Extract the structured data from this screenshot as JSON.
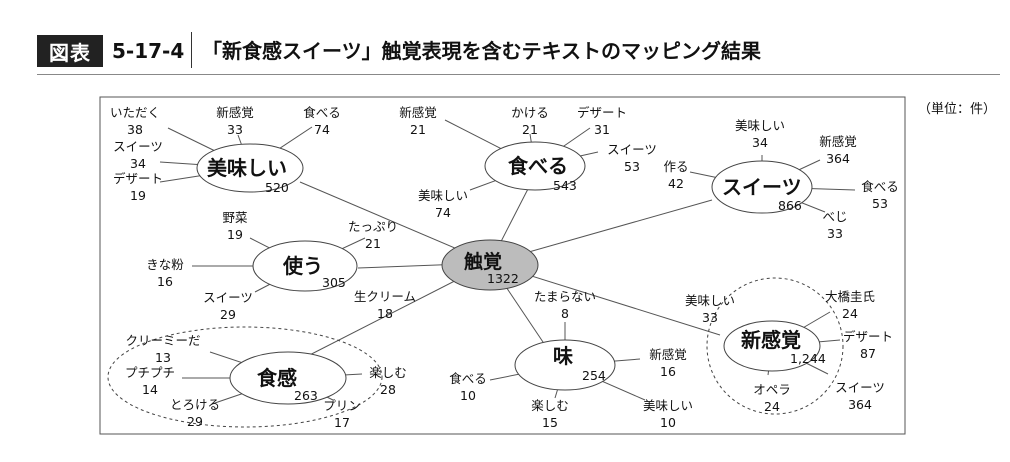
{
  "header": {
    "badge": "図表",
    "number": "5-17-4",
    "title": "「新食感スイーツ」触覚表現を含むテキストのマッピング結果"
  },
  "unit": "（単位：件）",
  "center": {
    "label": "触覚",
    "count": "1322"
  },
  "topics": [
    {
      "label": "美味しい",
      "count": "520",
      "children": [
        {
          "label": "いただく",
          "count": "38"
        },
        {
          "label": "新感覚",
          "count": "33"
        },
        {
          "label": "食べる",
          "count": "74"
        },
        {
          "label": "スイーツ",
          "count": "34"
        },
        {
          "label": "デザート",
          "count": "19"
        }
      ]
    },
    {
      "label": "食べる",
      "count": "543",
      "children": [
        {
          "label": "新感覚",
          "count": "21"
        },
        {
          "label": "かける",
          "count": "21"
        },
        {
          "label": "デザート",
          "count": "31"
        },
        {
          "label": "スイーツ",
          "count": "53"
        },
        {
          "label": "美味しい",
          "count": "74"
        }
      ]
    },
    {
      "label": "スイーツ",
      "count": "866",
      "children": [
        {
          "label": "美味しい",
          "count": "34"
        },
        {
          "label": "新感覚",
          "count": "364"
        },
        {
          "label": "作る",
          "count": "42"
        },
        {
          "label": "食べる",
          "count": "53"
        },
        {
          "label": "べじ",
          "count": "33"
        }
      ]
    },
    {
      "label": "使う",
      "count": "305",
      "children": [
        {
          "label": "野菜",
          "count": "19"
        },
        {
          "label": "たっぷり",
          "count": "21"
        },
        {
          "label": "きな粉",
          "count": "16"
        },
        {
          "label": "スイーツ",
          "count": "29"
        },
        {
          "label": "生クリーム",
          "count": "18"
        }
      ]
    },
    {
      "label": "食感",
      "count": "263",
      "children": [
        {
          "label": "クリーミーだ",
          "count": "13"
        },
        {
          "label": "プチプチ",
          "count": "14"
        },
        {
          "label": "とろける",
          "count": "29"
        },
        {
          "label": "楽しむ",
          "count": "28"
        },
        {
          "label": "プリン",
          "count": "17"
        }
      ]
    },
    {
      "label": "味",
      "count": "254",
      "children": [
        {
          "label": "たまらない",
          "count": "8"
        },
        {
          "label": "新感覚",
          "count": "16"
        },
        {
          "label": "食べる",
          "count": "10"
        },
        {
          "label": "楽しむ",
          "count": "15"
        },
        {
          "label": "美味しい",
          "count": "10"
        }
      ]
    },
    {
      "label": "新感覚",
      "count": "1,244",
      "children": [
        {
          "label": "美味しい",
          "count": "33"
        },
        {
          "label": "大橋圭氏",
          "count": "24"
        },
        {
          "label": "デザート",
          "count": "87"
        },
        {
          "label": "オペラ",
          "count": "24"
        },
        {
          "label": "スイーツ",
          "count": "364"
        }
      ]
    }
  ]
}
